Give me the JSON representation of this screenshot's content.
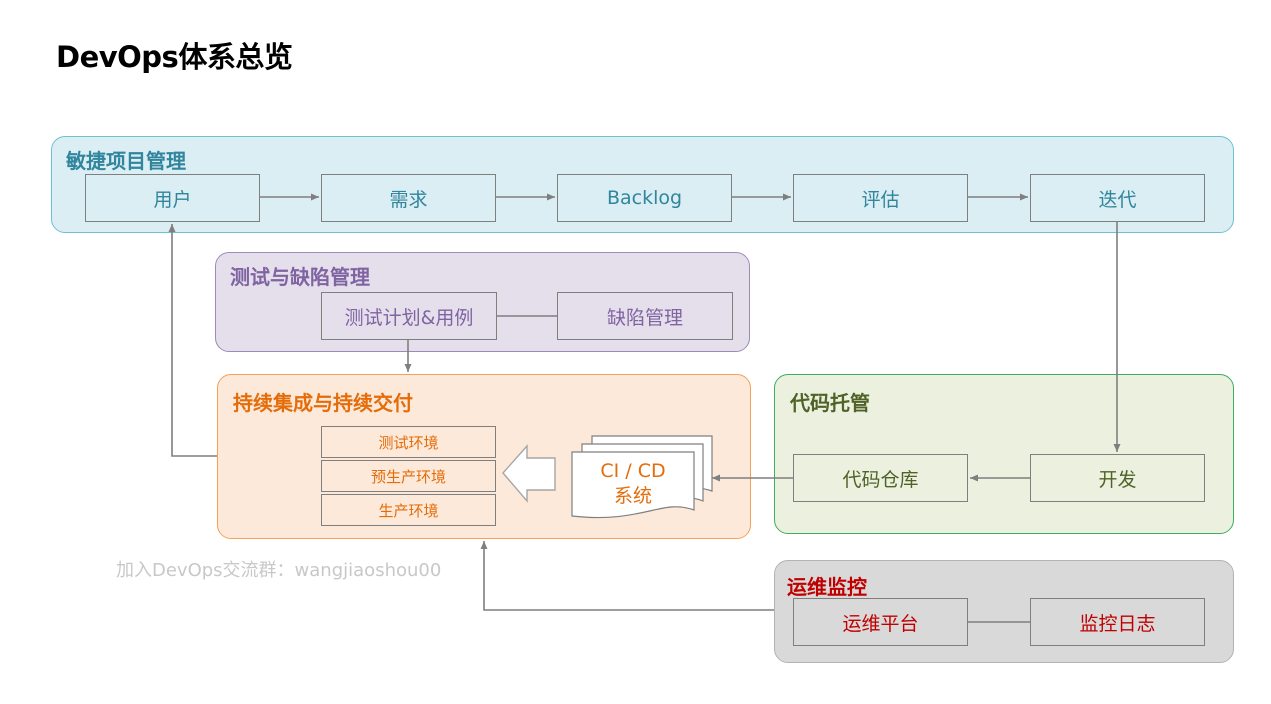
{
  "title": "DevOps体系总览",
  "groups": {
    "agile": {
      "title": "敏捷项目管理",
      "items": [
        "用户",
        "需求",
        "Backlog",
        "评估",
        "迭代"
      ]
    },
    "test": {
      "title": "测试与缺陷管理",
      "items": [
        "测试计划&用例",
        "缺陷管理"
      ]
    },
    "ci": {
      "title": "持续集成与持续交付",
      "envs": [
        "测试环境",
        "预生产环境",
        "生产环境"
      ],
      "system_line1": "CI / CD",
      "system_line2": "系统"
    },
    "code": {
      "title": "代码托管",
      "items": [
        "代码仓库",
        "开发"
      ]
    },
    "ops": {
      "title": "运维监控",
      "items": [
        "运维平台",
        "监控日志"
      ]
    }
  },
  "watermark": "加入DevOps交流群：wangjiaoshou00",
  "colors": {
    "agile": "#31859c",
    "test": "#8064a2",
    "ci": "#e46c0a",
    "code": "#4f6228",
    "ops": "#c00000",
    "connector": "#7f7f7f"
  }
}
